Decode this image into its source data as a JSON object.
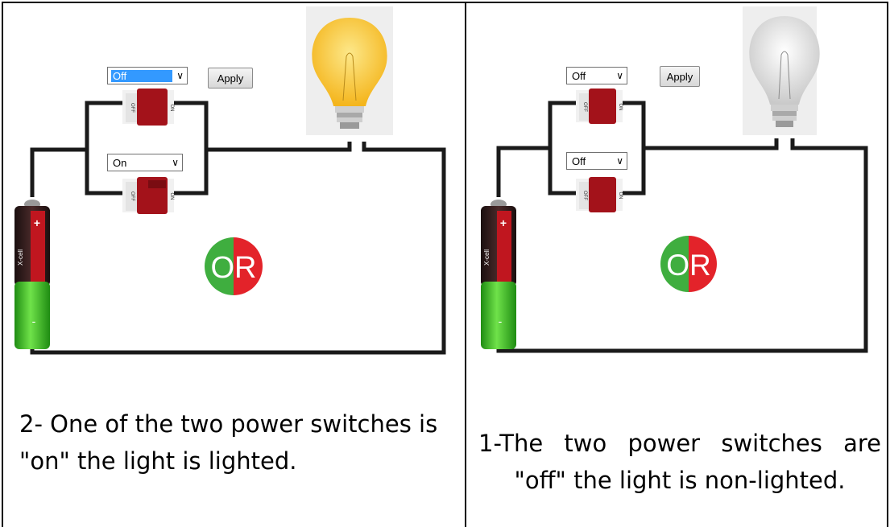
{
  "panels": [
    {
      "id": "panel-2",
      "switch_top": {
        "value": "Off",
        "state": "off"
      },
      "switch_bottom": {
        "value": "On",
        "state": "on"
      },
      "apply_label": "Apply",
      "bulb_lit": true,
      "gate_label": "OR",
      "caption": "2- One of the two power switches is \"on\" the light is lighted."
    },
    {
      "id": "panel-1",
      "switch_top": {
        "value": "Off",
        "state": "off"
      },
      "switch_bottom": {
        "value": "Off",
        "state": "off"
      },
      "apply_label": "Apply",
      "bulb_lit": false,
      "gate_label": "OR",
      "caption": "1-The two power switches are \"off\" the light is non-lighted."
    }
  ],
  "switch_labels": {
    "off": "OFF",
    "on": "ON"
  },
  "battery_labels": {
    "plus": "+",
    "minus": "-",
    "brand": "X-cell"
  },
  "colors": {
    "wire": "#1a1a1a",
    "bulb_lit": "#f9c52a",
    "bulb_unlit": "#d9d9d9",
    "switch_red": "#a3121a",
    "battery_green": "#39b51a",
    "battery_dark": "#2b1a1a",
    "battery_red": "#c0161f",
    "or_green": "#3fae3f",
    "or_red": "#e3232a"
  }
}
